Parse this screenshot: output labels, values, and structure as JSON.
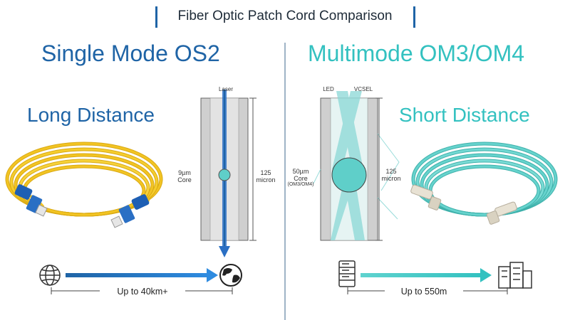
{
  "header": {
    "title": "Fiber Optic Patch Cord Comparison"
  },
  "single_mode": {
    "title": "Single Mode OS2",
    "subtitle": "Long Distance",
    "source_label": "Laser",
    "core_label_line1": "9µm",
    "core_label_line2": "Core",
    "cladding_label_line1": "125",
    "cladding_label_line2": "micron",
    "distance_label": "Up to 40km+",
    "colors": {
      "cable": "#f2c423",
      "connector": "#1e5fb3",
      "accent": "#1f64a6"
    },
    "icons": {
      "start": "globe-icon",
      "end": "earth-icon"
    }
  },
  "multimode": {
    "title": "Multimode OM3/OM4",
    "subtitle": "Short Distance",
    "source_label_1": "LED",
    "source_label_2": "VCSEL",
    "core_label_line1": "50µm",
    "core_label_line2": "Core",
    "core_label_line3": "(OM3/OM4)",
    "cladding_label_line1": "125",
    "cladding_label_line2": "micron",
    "distance_label": "Up to 550m",
    "colors": {
      "cable": "#5fcfc9",
      "connector": "#e8e2d4",
      "accent": "#33c1c0"
    },
    "icons": {
      "start": "server-icon",
      "end": "building-icon"
    }
  }
}
